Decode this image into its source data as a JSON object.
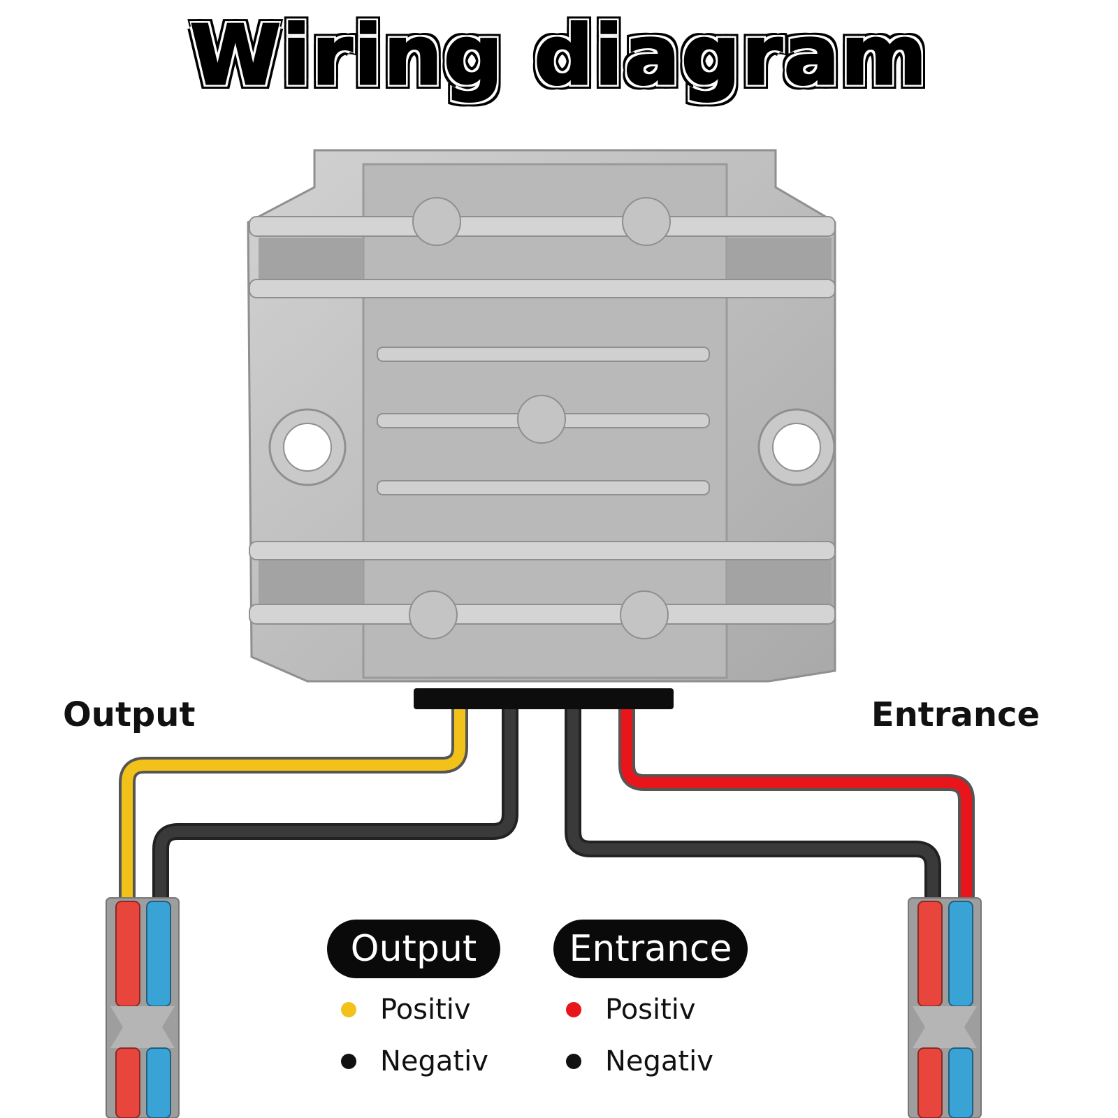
{
  "title": "Wiring diagram",
  "labels": {
    "output": "Output",
    "entrance": "Entrance"
  },
  "legend": {
    "output": {
      "heading": "Output",
      "positive": {
        "label": "Positiv",
        "color": "#f2c21a"
      },
      "negative": {
        "label": "Negativ",
        "color": "#111111"
      }
    },
    "entrance": {
      "heading": "Entrance",
      "positive": {
        "label": "Positiv",
        "color": "#e8151b"
      },
      "negative": {
        "label": "Negativ",
        "color": "#111111"
      }
    }
  },
  "colors": {
    "housing": "#bfbfbf",
    "wire_yellow": "#f2c21a",
    "wire_red": "#e8151b",
    "wire_black": "#3a3a3a",
    "connector_red": "#e8463c",
    "connector_blue": "#3aa3d6"
  }
}
